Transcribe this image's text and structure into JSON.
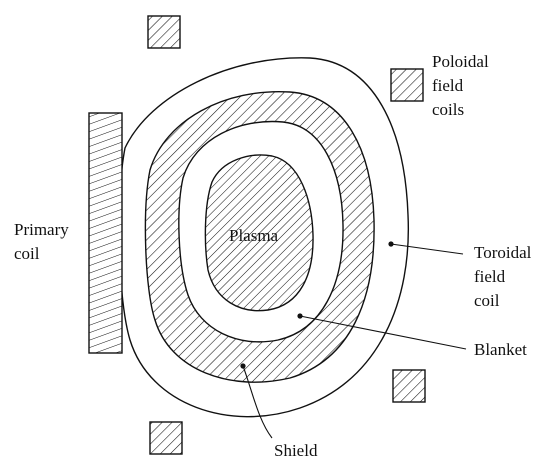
{
  "diagram": {
    "labels": {
      "poloidal_1": "Poloidal",
      "poloidal_2": "field",
      "poloidal_3": "coils",
      "primary_1": "Primary",
      "primary_2": "coil",
      "plasma": "Plasma",
      "toroidal_1": "Toroidal",
      "toroidal_2": "field",
      "toroidal_3": "coil",
      "blanket": "Blanket",
      "shield": "Shield"
    },
    "colors": {
      "ink": "#111111",
      "background": "#ffffff"
    }
  }
}
